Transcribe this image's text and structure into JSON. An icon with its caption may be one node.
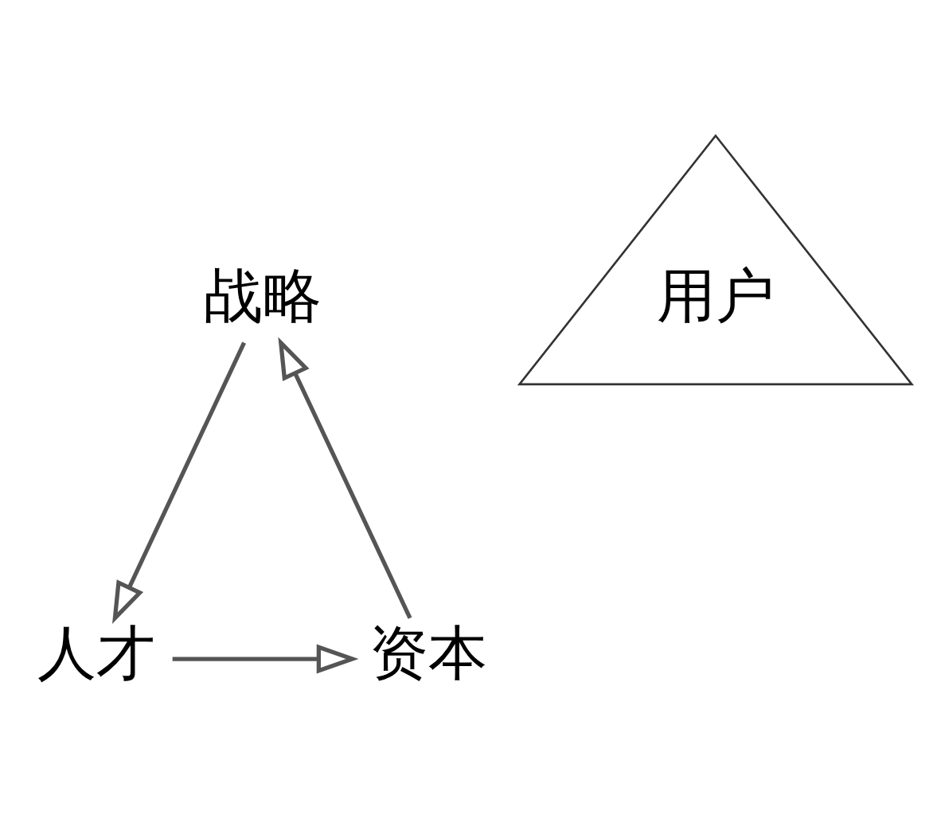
{
  "diagram": {
    "nodes": [
      {
        "text": [
          "战略"
        ]
      },
      {
        "text": [
          "用户"
        ]
      },
      {
        "text": [
          "资本"
        ]
      },
      {
        "text": [
          "人才"
        ]
      }
    ],
    "edges": [
      {
        "from": 0,
        "to": 3,
        "arrow": "to"
      },
      {
        "from": 3,
        "to": 2,
        "arrow": "to"
      },
      {
        "from": 2,
        "to": 0,
        "arrow": "to"
      }
    ]
  }
}
